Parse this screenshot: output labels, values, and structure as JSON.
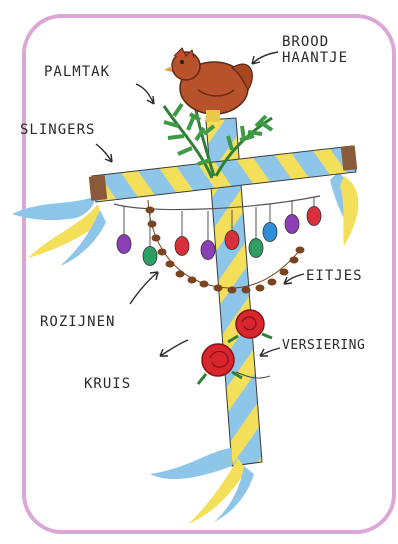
{
  "labels": {
    "brood_line1": "BROOD",
    "brood_line2": "HAANTJE",
    "palmtak": "PALMTAK",
    "slingers": "SLINGERS",
    "eitjes": "EITJES",
    "rozijnen": "ROZIJNEN",
    "versiering": "VERSIERING",
    "kruis": "KRUIS"
  },
  "colors": {
    "frame": "#dba7d6",
    "ribbon_blue": "#8ec6ea",
    "ribbon_yellow": "#f4df5a",
    "bread_rooster": "#b8522a",
    "palm_green": "#3f9a45",
    "rose_red": "#d8262e",
    "raisin_brown": "#7a4420"
  },
  "eggs": [
    {
      "color": "#8c3fb5"
    },
    {
      "color": "#2f9e63"
    },
    {
      "color": "#d8303a"
    },
    {
      "color": "#8c3fb5"
    },
    {
      "color": "#d8303a"
    },
    {
      "color": "#2f9e63"
    },
    {
      "color": "#2f8fd8"
    },
    {
      "color": "#8c3fb5"
    },
    {
      "color": "#d8303a"
    }
  ]
}
